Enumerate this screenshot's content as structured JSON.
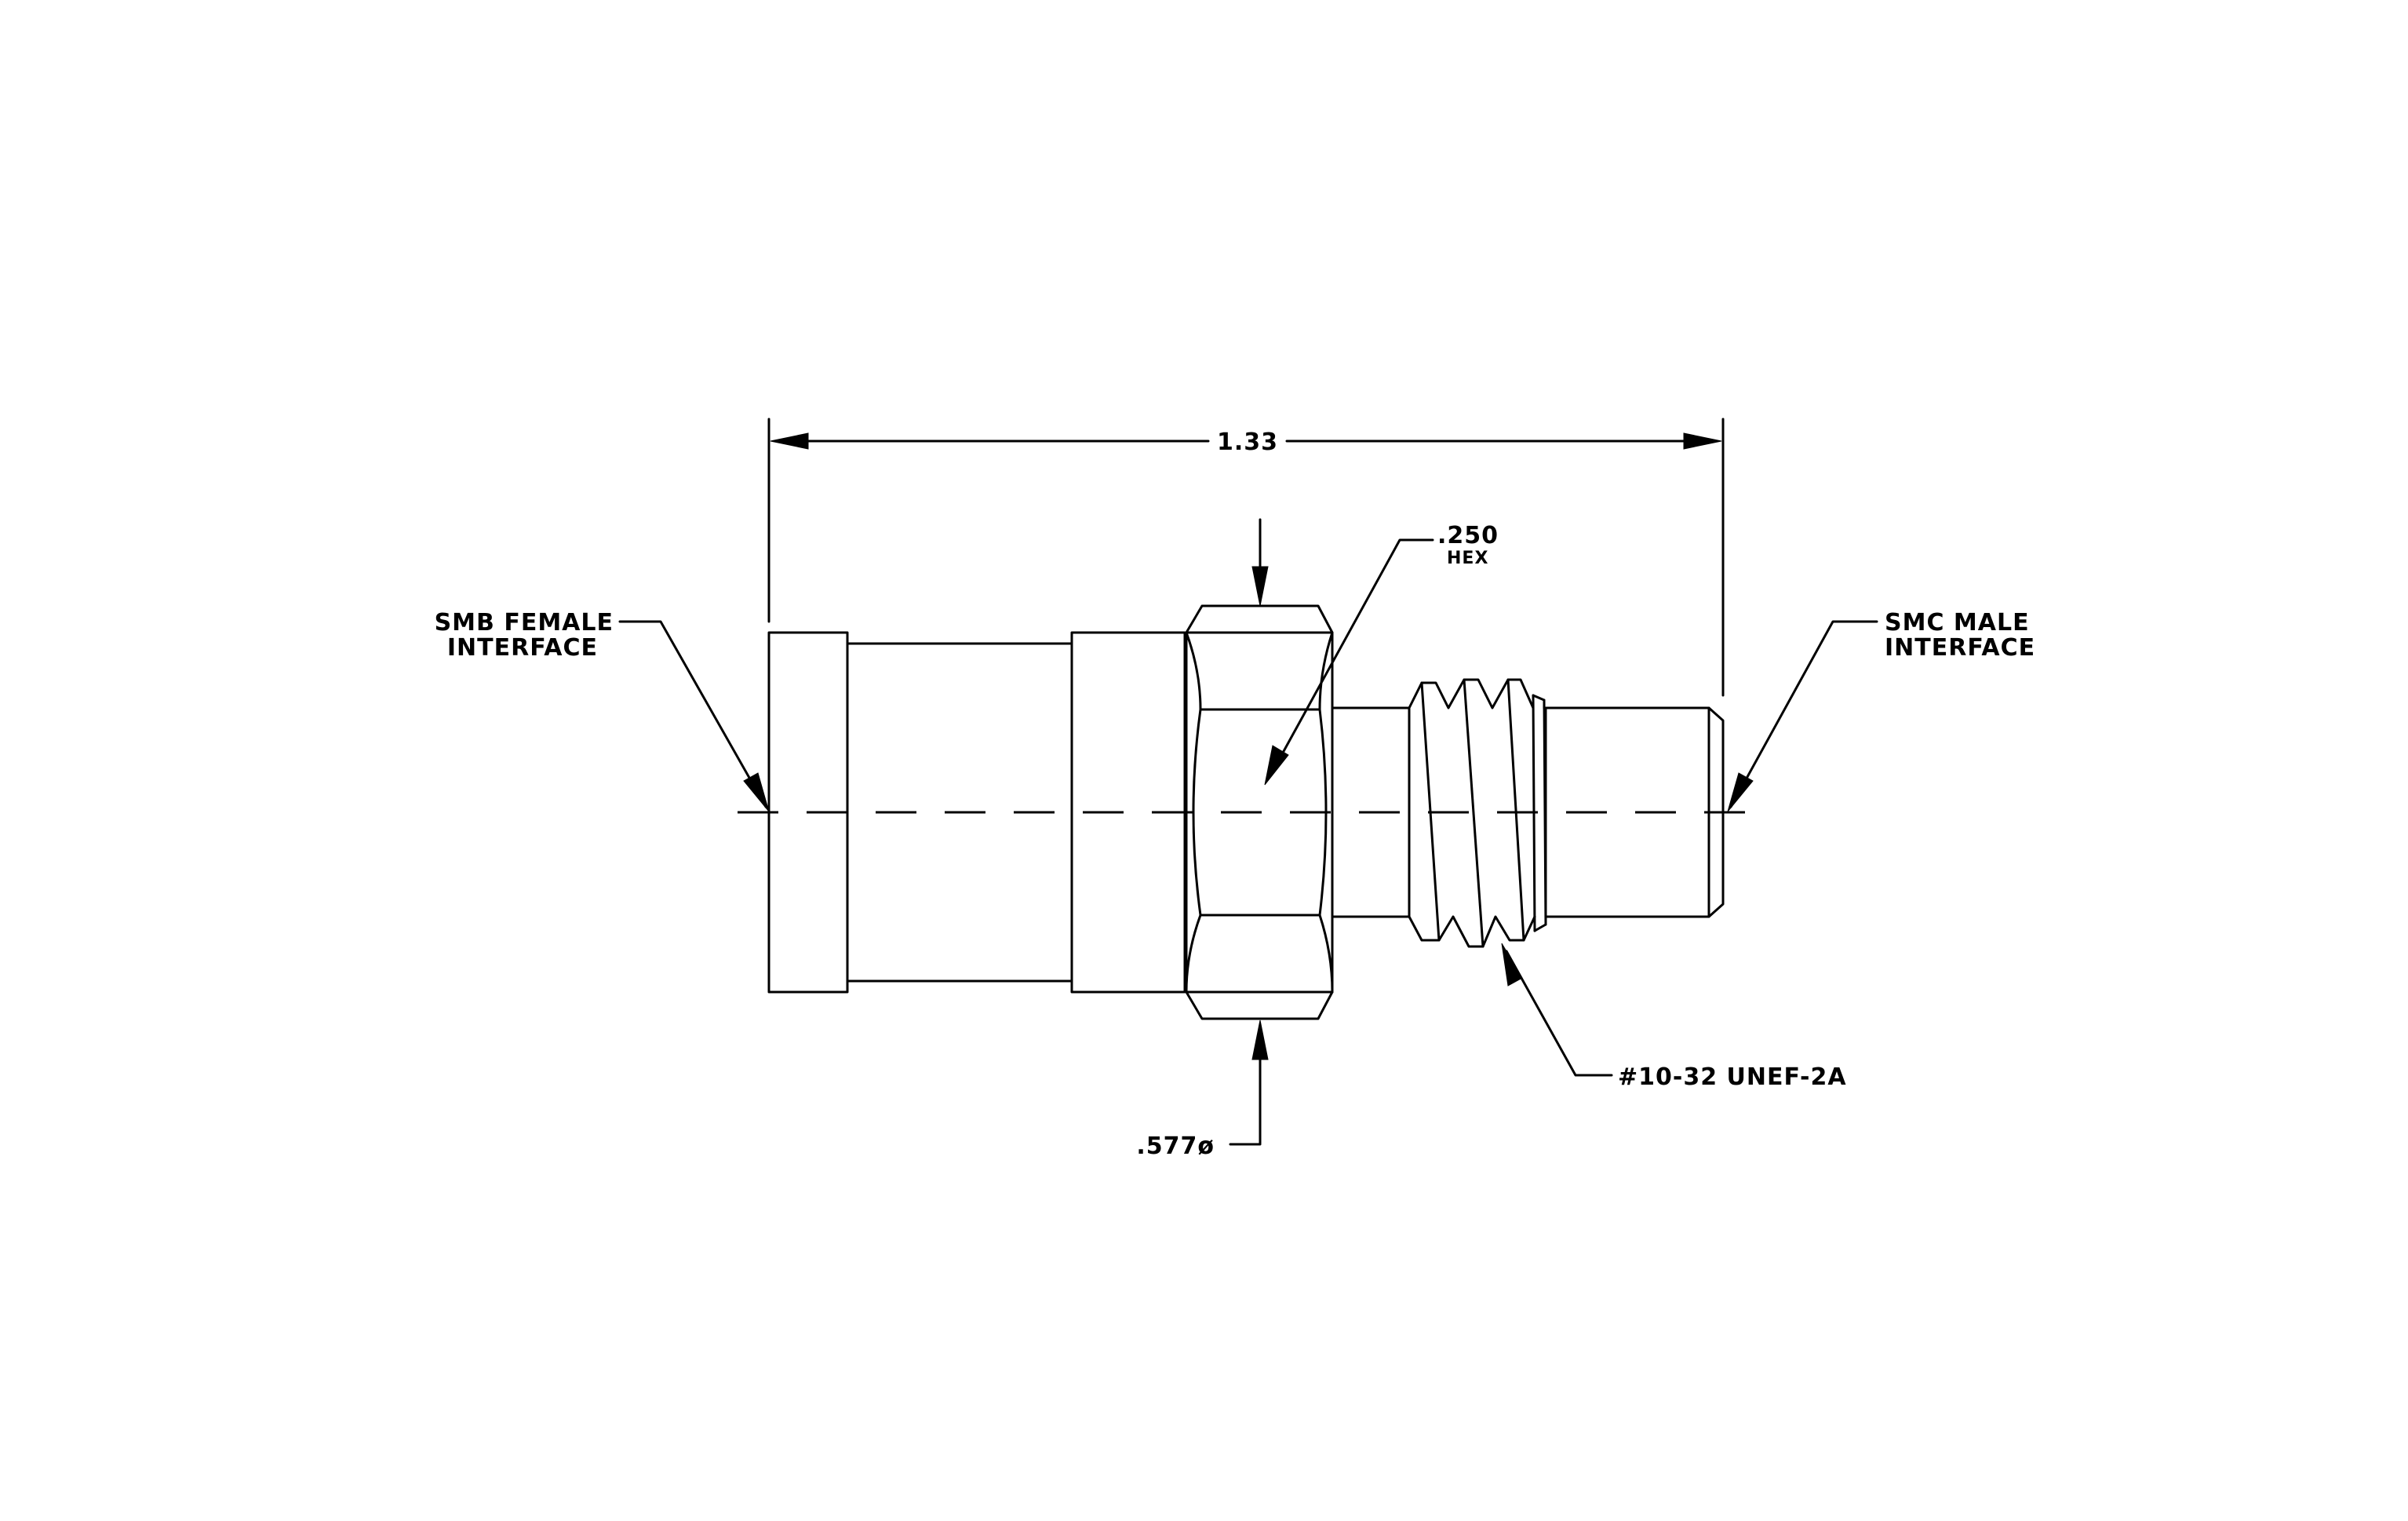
{
  "drawing": {
    "line_color": "#000000",
    "background_color": "#ffffff",
    "dimensions": {
      "overall_length": "1.33",
      "hex_size": ".250",
      "hex_unit": "HEX",
      "body_diameter": ".577ø",
      "thread_spec": "#10-32 UNEF-2A"
    },
    "callouts": {
      "left_interface_line1": "SMB FEMALE",
      "left_interface_line2": "INTERFACE",
      "right_interface_line1": "SMC MALE",
      "right_interface_line2": "INTERFACE"
    }
  }
}
